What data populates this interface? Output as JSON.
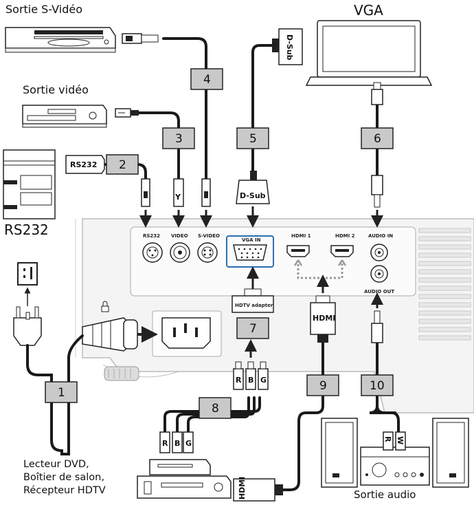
{
  "labels": {
    "svideo_out": "Sortie S-Vidéo",
    "video_out": "Sortie vidéo",
    "rs232_device": "RS232",
    "vga": "VGA",
    "dvd_line1": "Lecteur DVD,",
    "dvd_line2": "Boîtier de salon,",
    "dvd_line3": "Récepteur HDTV",
    "audio_out": "Sortie audio"
  },
  "ports": {
    "rs232": "RS232",
    "video": "VIDEO",
    "svideo": "S-VIDEO",
    "vga_in": "VGA IN",
    "hdmi1": "HDMI 1",
    "hdmi2": "HDMI 2",
    "audio_in": "AUDIO IN",
    "audio_out": "AUDIO OUT"
  },
  "plugs": {
    "rs232": "RS232",
    "dsub_top": "D-Sub",
    "dsub_bottom": "D-Sub",
    "hdtv_adapter": "HDTV adapter",
    "hdmi": "HDMI",
    "hdmi_small": "HDMI",
    "y": "Y",
    "r": "R",
    "b": "B",
    "g": "G",
    "w": "W"
  },
  "cable_numbers": [
    "1",
    "2",
    "3",
    "4",
    "5",
    "6",
    "7",
    "8",
    "9",
    "10"
  ]
}
